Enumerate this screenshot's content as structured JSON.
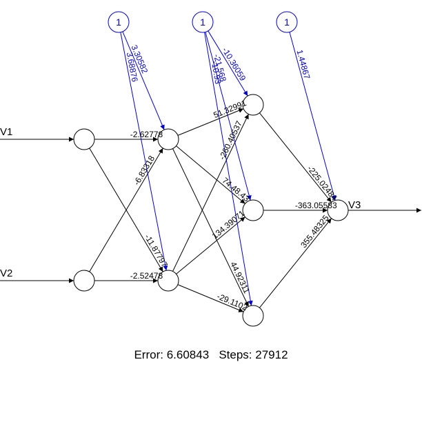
{
  "inputs": [
    {
      "label": "V1"
    },
    {
      "label": "V2"
    }
  ],
  "output": {
    "label": "V3"
  },
  "bias_label": "1",
  "weights": {
    "in1_h1a": "-2.62778",
    "in1_h1b": "-11.87797",
    "in2_h1a": "-6.83318",
    "in2_h1b": "-2.52478",
    "b1_h1a": "3.30582",
    "b1_h1b": "3.68876",
    "h1a_h2a": "51.32991",
    "h1a_h2b": "74.48.43",
    "h1a_h2c": "44.92311",
    "h1b_h2a": "-260.40537",
    "h1b_h2b": "134.39071",
    "h1b_h2c": "-29.1102",
    "b2_h2a": "-10.36059",
    "b2_h2b": "-21.568",
    "b2_h2c": "-10.93",
    "h2a_out": "-225.02484",
    "h2b_out": "-363.05583",
    "h2c_out": "355.48325",
    "b3_out": "1.44867"
  },
  "colors": {
    "edge": "#000000",
    "bias": "#0000cc"
  },
  "footer": {
    "error_label": "Error: 6.60843",
    "steps_label": "Steps: 27912"
  }
}
